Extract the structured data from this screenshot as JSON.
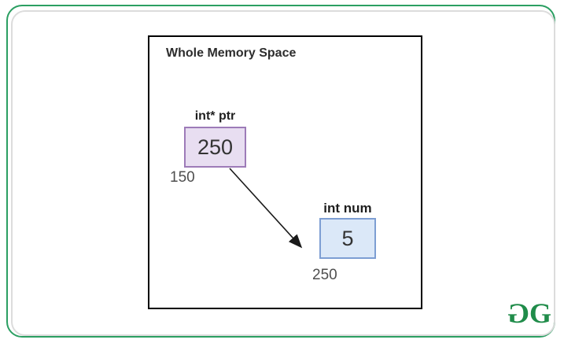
{
  "page": {
    "background_color": "#ffffff",
    "frame_border_color": "#2b9f62",
    "frame_shadow_color": "#dcdcdc"
  },
  "diagram": {
    "title": "Whole Memory Space",
    "memory_box_border_color": "#000000",
    "pointer_var": {
      "label": "int* ptr",
      "value": "250",
      "address": "150",
      "fill_color": "#e8def1",
      "border_color": "#9d7bb8"
    },
    "num_var": {
      "label": "int num",
      "value": "5",
      "address": "250",
      "fill_color": "#dbe8f8",
      "border_color": "#7d9ed3"
    },
    "arrow_color": "#1a1a1a"
  },
  "logo": {
    "left_glyph": "G",
    "right_glyph": "G",
    "color": "#208c4a"
  }
}
